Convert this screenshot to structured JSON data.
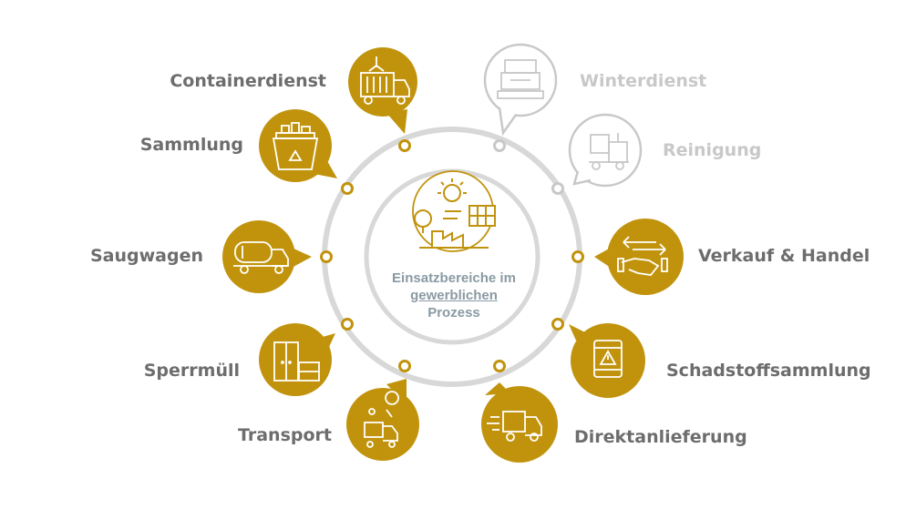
{
  "colors": {
    "active": "#c1930d",
    "inactive_stroke": "#c8c8c8",
    "ring": "#d8d8d8",
    "label_active": "#6d6d6d",
    "label_inactive": "#c8c8c8",
    "center_text": "#8a9aa3"
  },
  "center": {
    "line1": "Einsatzbereiche im",
    "line2": "gewerblichen",
    "line3": "Prozess",
    "icon": "industry-energy-icon"
  },
  "segments": [
    {
      "label": "Containerdienst",
      "icon": "container-truck-icon",
      "active": true
    },
    {
      "label": "Sammlung",
      "icon": "recycling-bin-icon",
      "active": true
    },
    {
      "label": "Saugwagen",
      "icon": "tank-truck-icon",
      "active": true
    },
    {
      "label": "Sperrmüll",
      "icon": "furniture-icon",
      "active": true
    },
    {
      "label": "Transport",
      "icon": "delivery-location-icon",
      "active": true
    },
    {
      "label": "Winterdienst",
      "icon": "snowplow-icon",
      "active": false
    },
    {
      "label": "Reinigung",
      "icon": "street-sweeper-icon",
      "active": false
    },
    {
      "label": "Verkauf & Handel",
      "icon": "handshake-icon",
      "active": true
    },
    {
      "label": "Schadstoffsammlung",
      "icon": "hazard-barrel-icon",
      "active": true
    },
    {
      "label": "Direktanlieferung",
      "icon": "fast-delivery-icon",
      "active": true
    }
  ]
}
